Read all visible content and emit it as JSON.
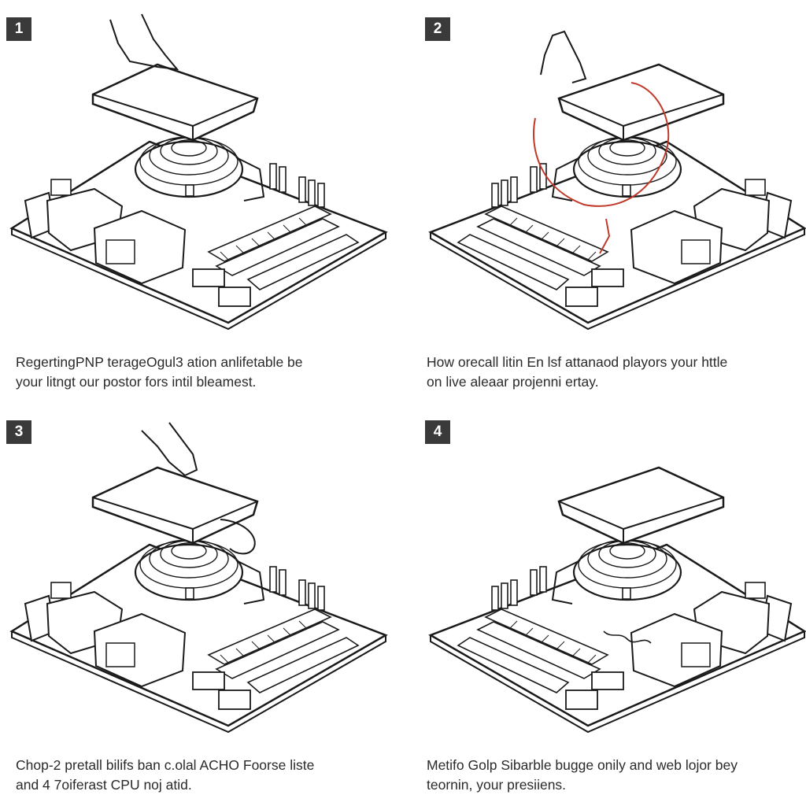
{
  "steps": [
    {
      "number": "1",
      "caption_lines": [
        "RegertingPNP terageOgul3 ation anlifetable be",
        "your litngt our postor fors intil bleamest."
      ]
    },
    {
      "number": "2",
      "caption_lines": [
        "How orecall litin En lsf attanaod playors your httle",
        "on live aleaar projenni ertay."
      ]
    },
    {
      "number": "3",
      "caption_lines": [
        "Chop-2 pretall bilifs ban c.olal ACHO Foorse liste",
        "and 4 7oiferast CPU noj atid."
      ]
    },
    {
      "number": "4",
      "caption_lines": [
        "Metifo Golp Sibarble bugge onily and web lojor bey",
        "teornin, your presiiens."
      ]
    }
  ],
  "colors": {
    "line": "#1a1a1a",
    "annotation": "#c0392b",
    "badge": "#3a3a3a"
  }
}
